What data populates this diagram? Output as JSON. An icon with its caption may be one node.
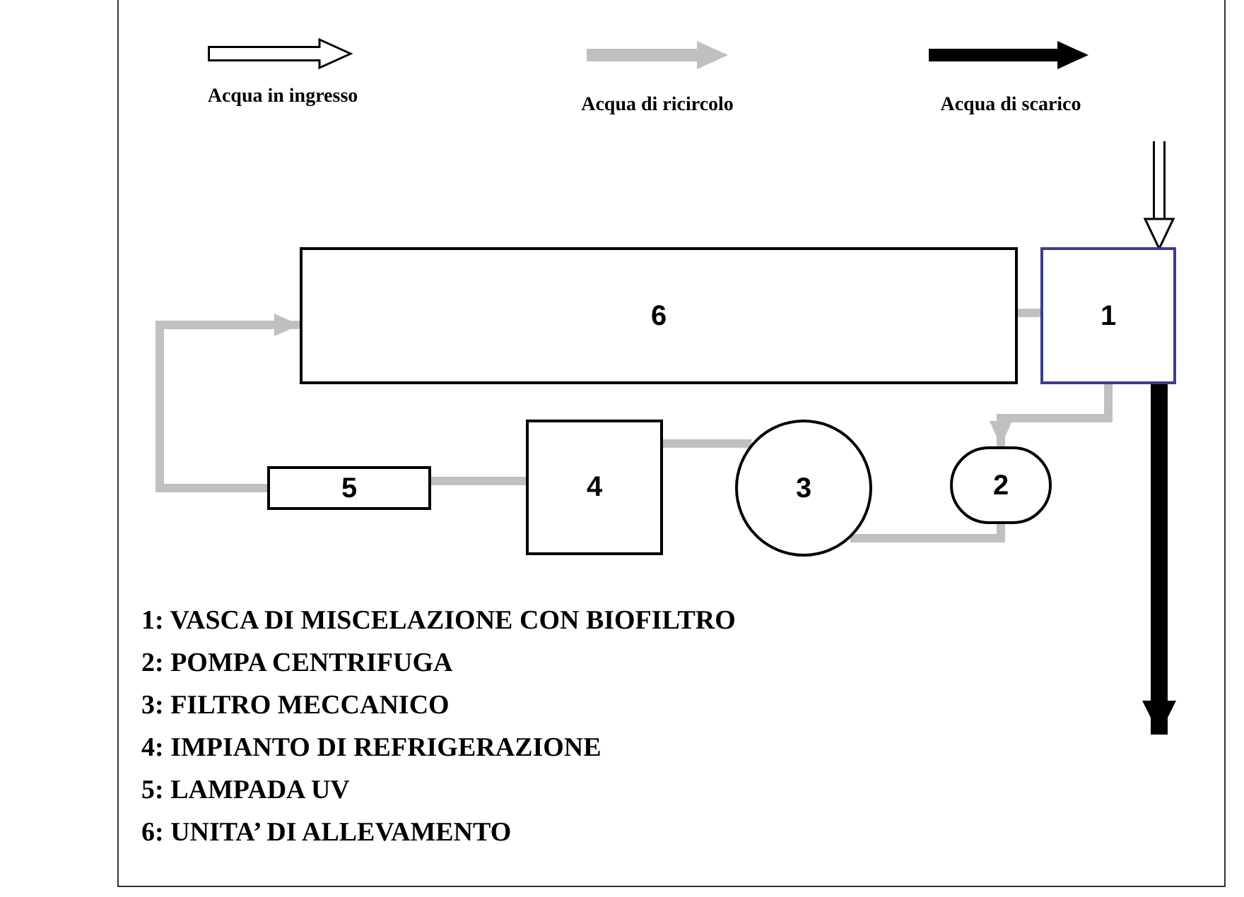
{
  "diagram": {
    "nodes": [
      {
        "text": [
          "6"
        ]
      },
      {
        "text": [
          "1"
        ]
      },
      {
        "text": [
          "5"
        ]
      },
      {
        "text": [
          "4"
        ]
      },
      {
        "text": [
          "3"
        ]
      },
      {
        "text": [
          "2"
        ]
      }
    ],
    "edges": [
      {
        "from": null,
        "to": 1,
        "arrow": "to",
        "color": "#ffffff"
      },
      {
        "from": 0,
        "to": 1,
        "arrow": "none"
      },
      {
        "from": 1,
        "to": 5,
        "arrow": "to"
      },
      {
        "from": 5,
        "to": 4,
        "arrow": "none"
      },
      {
        "from": 4,
        "to": 3,
        "arrow": "none"
      },
      {
        "from": 3,
        "to": 2,
        "arrow": "none"
      },
      {
        "from": 2,
        "to": 0,
        "arrow": "to"
      },
      {
        "from": 1,
        "to": null,
        "arrow": "to",
        "style": "thick",
        "color": "#000000"
      }
    ],
    "labels": [
      "1: VASCA DI MISCELAZIONE CON BIOFILTRO",
      "2: POMPA CENTRIFUGA",
      "3: FILTRO MECCANICO",
      "4: IMPIANTO DI REFRIGERAZIONE",
      "5: LAMPADA UV",
      "6: UNITA’ DI ALLEVAMENTO"
    ],
    "legend": [
      {
        "text": "Acqua in ingresso"
      },
      {
        "text": "Acqua di ricircolo"
      },
      {
        "text": "Acqua di scarico"
      }
    ]
  }
}
